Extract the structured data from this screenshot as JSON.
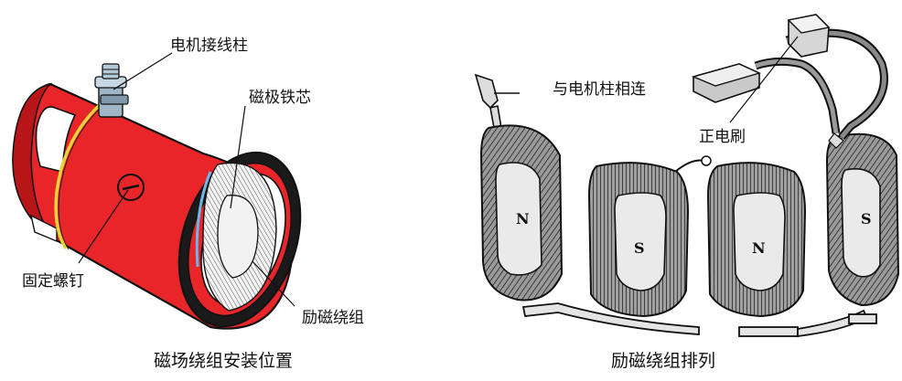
{
  "left_figure": {
    "labels": {
      "terminal": "电机接线柱",
      "pole_core": "磁极铁芯",
      "screw": "固定螺钉",
      "winding": "励磁绕组"
    },
    "caption": "磁场绕组安装位置",
    "housing_color": "#e8262a"
  },
  "right_figure": {
    "labels": {
      "connect": "与电机柱相连",
      "brush": "正电刷"
    },
    "poles": [
      "N",
      "S",
      "N",
      "S"
    ],
    "caption": "励磁绕组排列",
    "winding_color": "#3a3a3a"
  }
}
